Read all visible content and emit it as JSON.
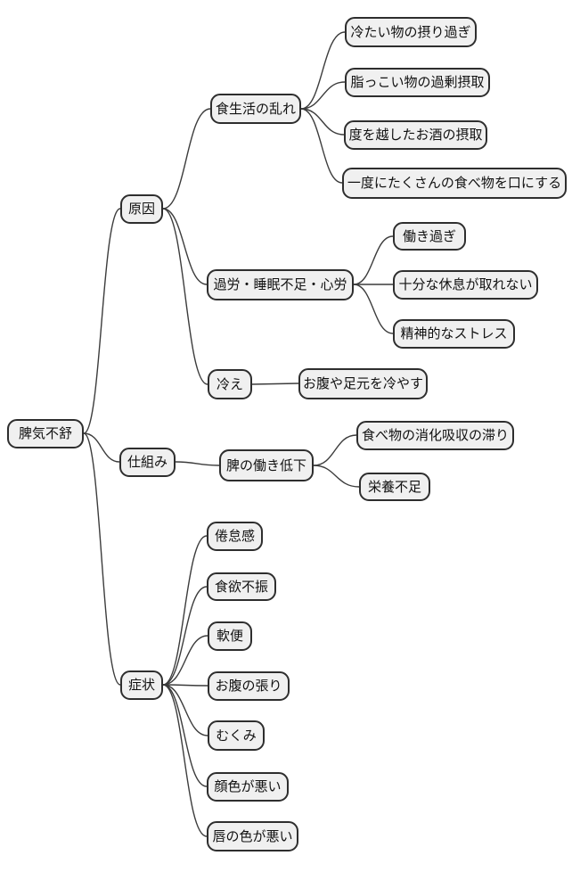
{
  "style": {
    "node_fill": "#f0f0f0",
    "node_border": "#2e2e2e",
    "edge_color": "#3c3c3c",
    "background": "#ffffff"
  },
  "tree": {
    "label": "脾気不舒",
    "children": [
      {
        "label": "原因",
        "children": [
          {
            "label": "食生活の乱れ",
            "children": [
              {
                "label": "冷たい物の摂り過ぎ"
              },
              {
                "label": "脂っこい物の過剰摂取"
              },
              {
                "label": "度を越したお酒の摂取"
              },
              {
                "label": "一度にたくさんの食べ物を口にする"
              }
            ]
          },
          {
            "label": "過労・睡眠不足・心労",
            "children": [
              {
                "label": "働き過ぎ"
              },
              {
                "label": "十分な休息が取れない"
              },
              {
                "label": "精神的なストレス"
              }
            ]
          },
          {
            "label": "冷え",
            "children": [
              {
                "label": "お腹や足元を冷やす"
              }
            ]
          }
        ]
      },
      {
        "label": "仕組み",
        "children": [
          {
            "label": "脾の働き低下",
            "children": [
              {
                "label": "食べ物の消化吸収の滞り"
              },
              {
                "label": "栄養不足"
              }
            ]
          }
        ]
      },
      {
        "label": "症状",
        "children": [
          {
            "label": "倦怠感"
          },
          {
            "label": "食欲不振"
          },
          {
            "label": "軟便"
          },
          {
            "label": "お腹の張り"
          },
          {
            "label": "むくみ"
          },
          {
            "label": "顔色が悪い"
          },
          {
            "label": "唇の色が悪い"
          }
        ]
      }
    ]
  }
}
